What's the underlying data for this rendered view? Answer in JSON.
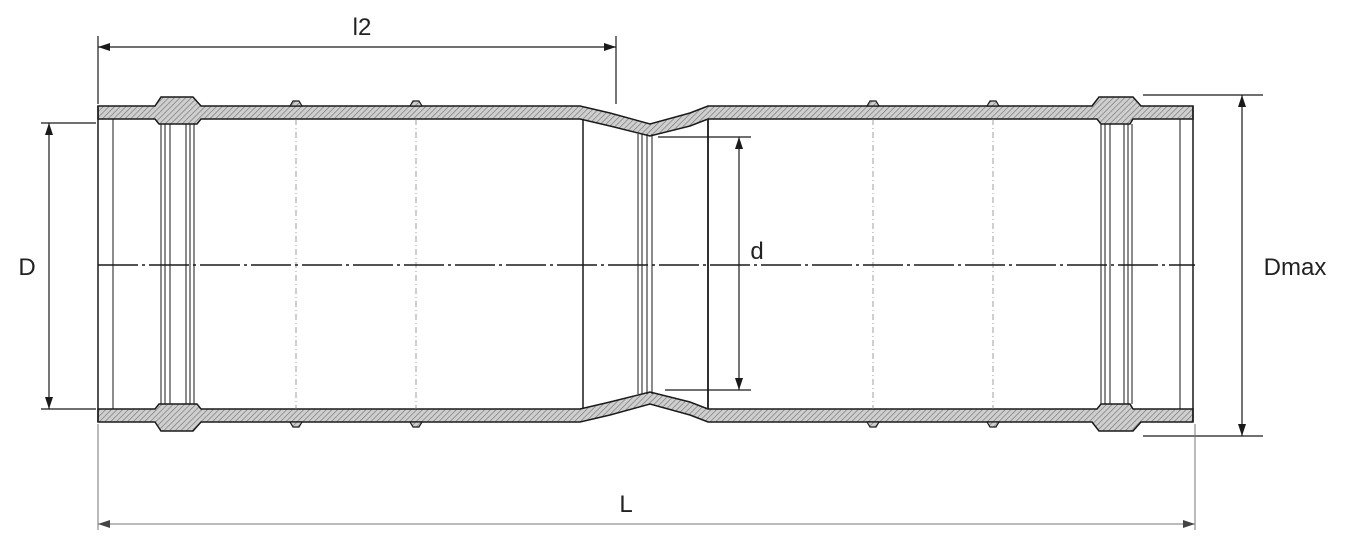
{
  "labels": {
    "l2": "l2",
    "D": "D",
    "d": "d",
    "Dmax": "Dmax",
    "L": "L"
  },
  "colors": {
    "line": "#1a1a1a",
    "wall_fill": "#b9b9b9",
    "hatch": "#6e6e6e",
    "thin": "#777777",
    "background": "#ffffff"
  }
}
